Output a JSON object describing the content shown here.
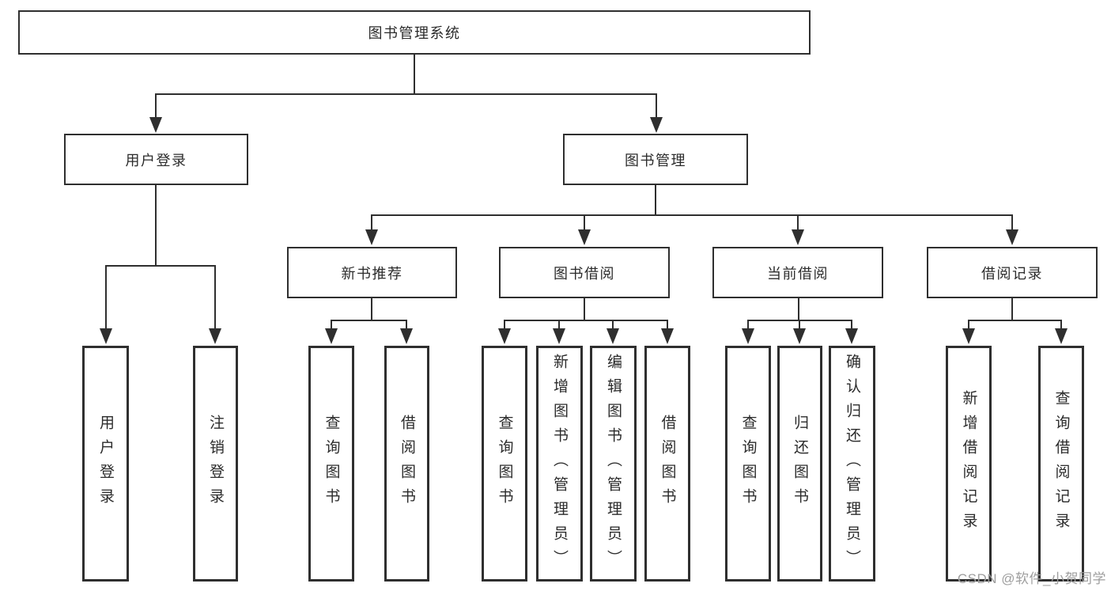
{
  "diagram": {
    "root": {
      "label": "图书管理系统"
    },
    "branches": [
      {
        "label": "用户登录",
        "children": [
          {
            "label": "用户登录"
          },
          {
            "label": "注销登录"
          }
        ]
      },
      {
        "label": "图书管理",
        "children": [
          {
            "label": "新书推荐",
            "children": [
              {
                "label": "查询图书"
              },
              {
                "label": "借阅图书"
              }
            ]
          },
          {
            "label": "图书借阅",
            "children": [
              {
                "label": "查询图书"
              },
              {
                "label": "新增图书（管理员）"
              },
              {
                "label": "编辑图书（管理员）"
              },
              {
                "label": "借阅图书"
              }
            ]
          },
          {
            "label": "当前借阅",
            "children": [
              {
                "label": "查询图书"
              },
              {
                "label": "归还图书"
              },
              {
                "label": "确认归还（管理员）"
              }
            ]
          },
          {
            "label": "借阅记录",
            "children": [
              {
                "label": "新增借阅记录"
              },
              {
                "label": "查询借阅记录"
              }
            ]
          }
        ]
      }
    ]
  },
  "watermark": {
    "text": "CSDN @软件_小贺同学"
  },
  "colors": {
    "line": "#2f2f2f",
    "box_border": "#2f2f2f",
    "text": "#2b2b2b",
    "watermark": "#9e9e9e",
    "background": "#ffffff"
  }
}
